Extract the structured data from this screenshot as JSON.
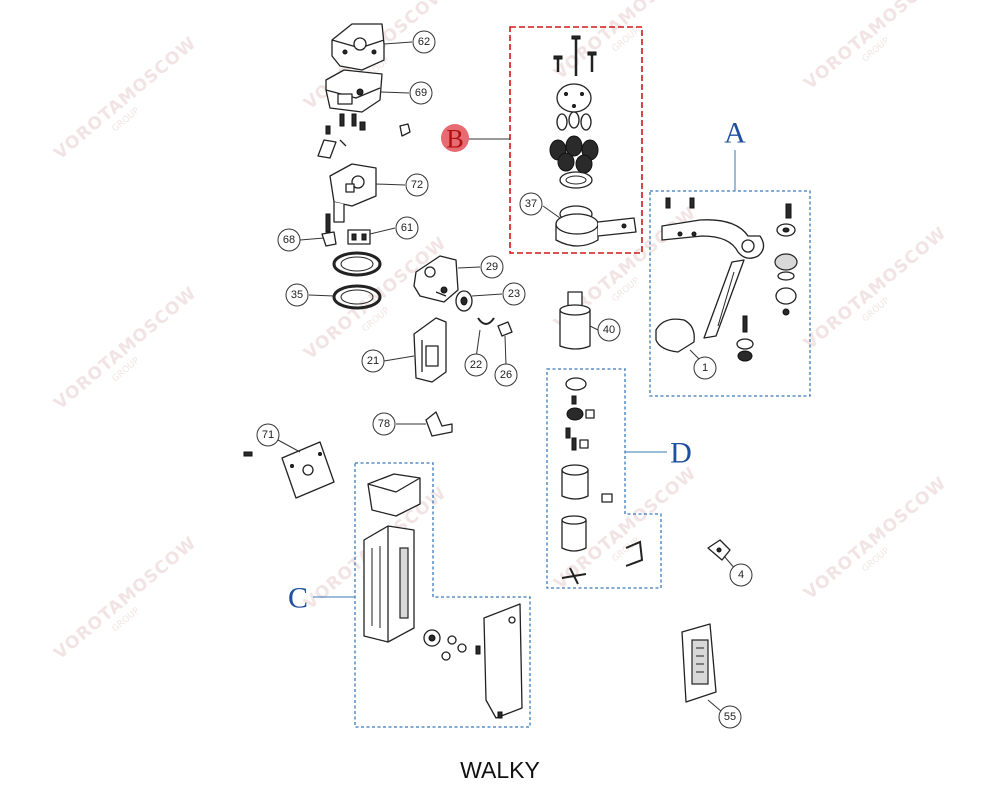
{
  "title": "WALKY",
  "watermark": {
    "text": "VOROTAMOSCOW",
    "subtext": "GROUP"
  },
  "groups": [
    {
      "id": "A",
      "label": "A"
    },
    {
      "id": "B",
      "label": "B"
    },
    {
      "id": "C",
      "label": "C"
    },
    {
      "id": "D",
      "label": "D"
    }
  ],
  "callouts": [
    {
      "id": "c62",
      "label": "62"
    },
    {
      "id": "c69",
      "label": "69"
    },
    {
      "id": "c72",
      "label": "72"
    },
    {
      "id": "c68",
      "label": "68"
    },
    {
      "id": "c61",
      "label": "61"
    },
    {
      "id": "c35",
      "label": "35"
    },
    {
      "id": "c29",
      "label": "29"
    },
    {
      "id": "c23",
      "label": "23"
    },
    {
      "id": "c21",
      "label": "21"
    },
    {
      "id": "c22",
      "label": "22"
    },
    {
      "id": "c26",
      "label": "26"
    },
    {
      "id": "c37",
      "label": "37"
    },
    {
      "id": "c40",
      "label": "40"
    },
    {
      "id": "c1",
      "label": "1"
    },
    {
      "id": "c78",
      "label": "78"
    },
    {
      "id": "c71",
      "label": "71"
    },
    {
      "id": "c4",
      "label": "4"
    },
    {
      "id": "c55",
      "label": "55"
    }
  ],
  "colors": {
    "blue_frame": "#3a78b8",
    "red_frame": "#d01818",
    "letter_blue": "#1f4fa0",
    "b_badge": "#e86a72"
  }
}
